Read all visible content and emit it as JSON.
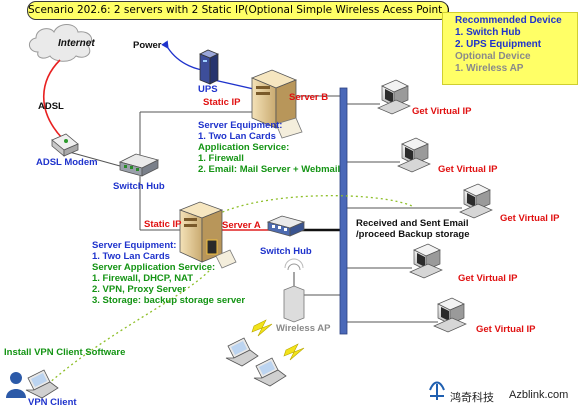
{
  "title": "Scenario 202.6: 2 servers with 2 Static IP(Optional Simple Wireless Acess Point )",
  "recommended": {
    "heading": "Recommended Device",
    "item1": "1. Switch Hub",
    "item2": "2. UPS Equipment",
    "optional_heading": "Optional Device",
    "optional1": "1. Wireless AP"
  },
  "labels": {
    "internet": "Internet",
    "power": "Power",
    "ups": "UPS",
    "adsl": "ADSL",
    "adsl_modem": "ADSL Modem",
    "switch_hub_left": "Switch Hub",
    "switch_hub_right": "Switch Hub",
    "static_ip_b": "Static IP",
    "static_ip_a": "Static IP",
    "server_b": "Server B",
    "server_a": "Server A",
    "wireless_ap": "Wireless AP",
    "install_vpn": "Install VPN Client Software",
    "vpn_client": "VPN Client",
    "received_sent_1": "Received and Sent Email",
    "received_sent_2": "/proceed Backup storage",
    "brand_cn": "鸿奇科技",
    "brand_url": "Azblink.com"
  },
  "server_b_info": {
    "heading": "Server Equipment:",
    "item1": "1. Two Lan Cards",
    "app_heading": "Application Service:",
    "app1": "1. Firewall",
    "app2": "2. Email: Mail Server + Webmail"
  },
  "server_a_info": {
    "heading": "Server Equipment:",
    "item1": "1. Two Lan Cards",
    "app_heading": "Server Application Service:",
    "app1": "1. Firewall, DHCP, NAT",
    "app2": "2. VPN, Proxy Server",
    "app3": "3. Storage: backup storage server"
  },
  "clients": [
    {
      "label": "Get Virtual IP"
    },
    {
      "label": "Get Virtual IP"
    },
    {
      "label": "Get Virtual IP"
    },
    {
      "label": "Get Virtual IP"
    },
    {
      "label": "Get Virtual IP"
    }
  ]
}
